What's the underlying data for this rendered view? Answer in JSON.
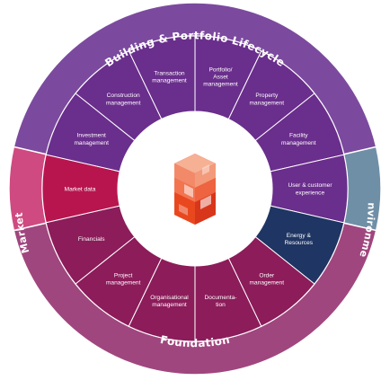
{
  "diagram": {
    "outer_labels": {
      "top": "Building & Portfolio Lifecycle",
      "bottom": "Foundation",
      "left": "Market",
      "right": "Environment"
    },
    "segments": [
      {
        "id": "transaction",
        "text": "Transaction management",
        "lines": [
          "Transaction",
          "management"
        ],
        "group": "building"
      },
      {
        "id": "portfolio",
        "text": "Portfolio/ Asset management",
        "lines": [
          "Portfolio/",
          "Asset",
          "management"
        ],
        "group": "building"
      },
      {
        "id": "property",
        "text": "Property management",
        "lines": [
          "Property",
          "management"
        ],
        "group": "building"
      },
      {
        "id": "facility",
        "text": "Facility management",
        "lines": [
          "Facility",
          "management"
        ],
        "group": "building"
      },
      {
        "id": "user-customer",
        "text": "User & customer experience",
        "lines": [
          "User & customer",
          "experience"
        ],
        "group": "building"
      },
      {
        "id": "energy",
        "text": "Energy & Resources",
        "lines": [
          "Energy &",
          "Resources"
        ],
        "group": "environment"
      },
      {
        "id": "order",
        "text": "Order management",
        "lines": [
          "Order",
          "management"
        ],
        "group": "foundation"
      },
      {
        "id": "documentation",
        "text": "Documenta- tion",
        "lines": [
          "Documenta-",
          "tion"
        ],
        "group": "foundation"
      },
      {
        "id": "organisational",
        "text": "Organisational management",
        "lines": [
          "Organisational",
          "management"
        ],
        "group": "foundation"
      },
      {
        "id": "project",
        "text": "Project management",
        "lines": [
          "Project",
          "management"
        ],
        "group": "foundation"
      },
      {
        "id": "financials",
        "text": "Financials",
        "lines": [
          "Financials"
        ],
        "group": "foundation"
      },
      {
        "id": "market-data",
        "text": "Market data",
        "lines": [
          "Market data"
        ],
        "group": "market"
      },
      {
        "id": "investment",
        "text": "Investment management",
        "lines": [
          "Investment",
          "management"
        ],
        "group": "building"
      },
      {
        "id": "construction",
        "text": "Construction management",
        "lines": [
          "Construction",
          "management"
        ],
        "group": "building"
      }
    ],
    "colors": {
      "building_segment": "#6a2e8c",
      "building_ring": "#7b4a9e",
      "foundation_segment": "#8c1c5a",
      "foundation_ring": "#a0467e",
      "market_segment": "#b8154f",
      "market_ring": "#cf4a80",
      "environment_segment": "#1f3563",
      "environment_ring": "#6f8fa6",
      "logo_top": "#f4a07c",
      "logo_bottom": "#e8421e"
    },
    "center_logo": "stacked-cubes-logo"
  }
}
